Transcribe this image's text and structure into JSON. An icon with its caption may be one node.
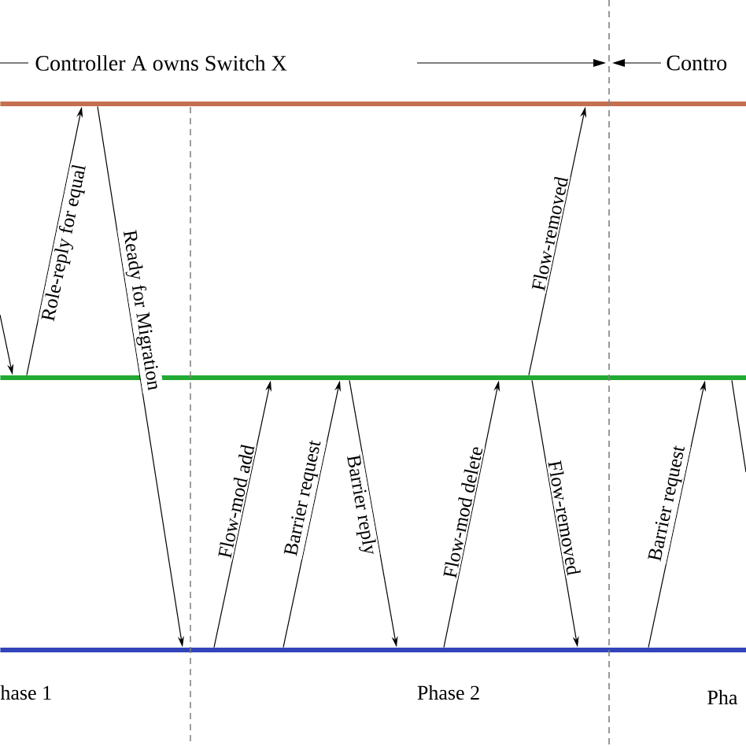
{
  "diagram": {
    "nodes": [
      {
        "text": [],
        "shape": "bar"
      },
      {
        "text": [],
        "shape": "bar"
      },
      {
        "text": [],
        "shape": "bar"
      }
    ],
    "edges": [
      {
        "from": null,
        "to": 1,
        "arrow": "to"
      },
      {
        "from": 1,
        "to": 0,
        "arrow": "to",
        "label": "Role-reply for equal"
      },
      {
        "from": 0,
        "to": 2,
        "arrow": "to",
        "label": "Ready for Migration"
      },
      {
        "from": 2,
        "to": 1,
        "arrow": "to",
        "label": "Flow-mod add"
      },
      {
        "from": 2,
        "to": 1,
        "arrow": "to",
        "label": "Barrier request"
      },
      {
        "from": 1,
        "to": 2,
        "arrow": "to",
        "label": "Barrier reply"
      },
      {
        "from": 2,
        "to": 1,
        "arrow": "to",
        "label": "Flow-mod delete"
      },
      {
        "from": 1,
        "to": 0,
        "arrow": "to",
        "label": "Flow-removed"
      },
      {
        "from": 1,
        "to": 2,
        "arrow": "to",
        "label": "Flow-removed"
      },
      {
        "from": 2,
        "to": 1,
        "arrow": "to",
        "label": "Barrier request"
      },
      {
        "from": 1,
        "to": null,
        "arrow": "none"
      }
    ],
    "labels": [
      "Controller A owns Switch X",
      "Contro",
      "hase 1",
      "Phase 2",
      "Pha"
    ]
  }
}
